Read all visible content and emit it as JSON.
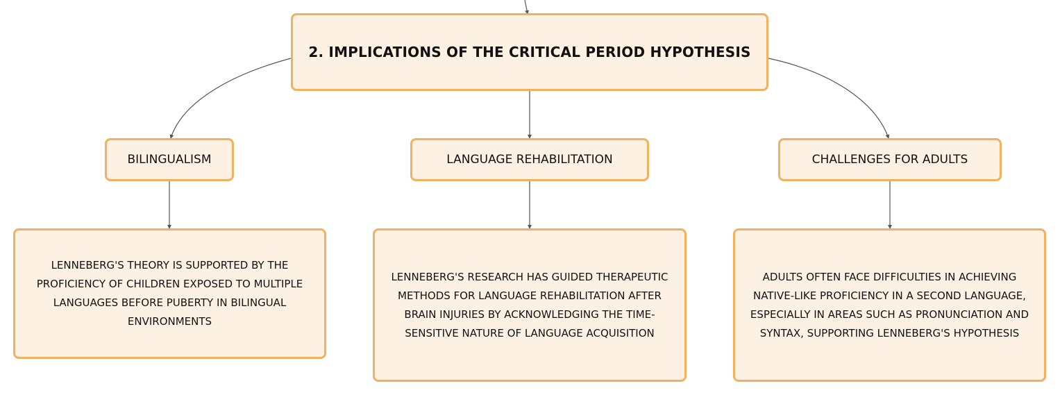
{
  "root": {
    "label": "2. Implications of the Critical Period Hypothesis"
  },
  "branches": [
    {
      "label": "Bilingualism",
      "detail": "Lenneberg's theory is supported by the proficiency of children exposed to multiple languages before puberty in bilingual environments"
    },
    {
      "label": "Language Rehabilitation",
      "detail": "Lenneberg's research has guided therapeutic methods for language rehabilitation after brain injuries by acknowledging the time-sensitive nature of language acquisition"
    },
    {
      "label": "Challenges for Adults",
      "detail": "Adults often face difficulties in achieving native-like proficiency in a second language, especially in areas such as pronunciation and syntax, supporting Lenneberg's hypothesis"
    }
  ],
  "colors": {
    "node_fill": "#fdf1e4",
    "node_border": "#f0b25e",
    "connector": "#555555",
    "text": "#111111"
  }
}
